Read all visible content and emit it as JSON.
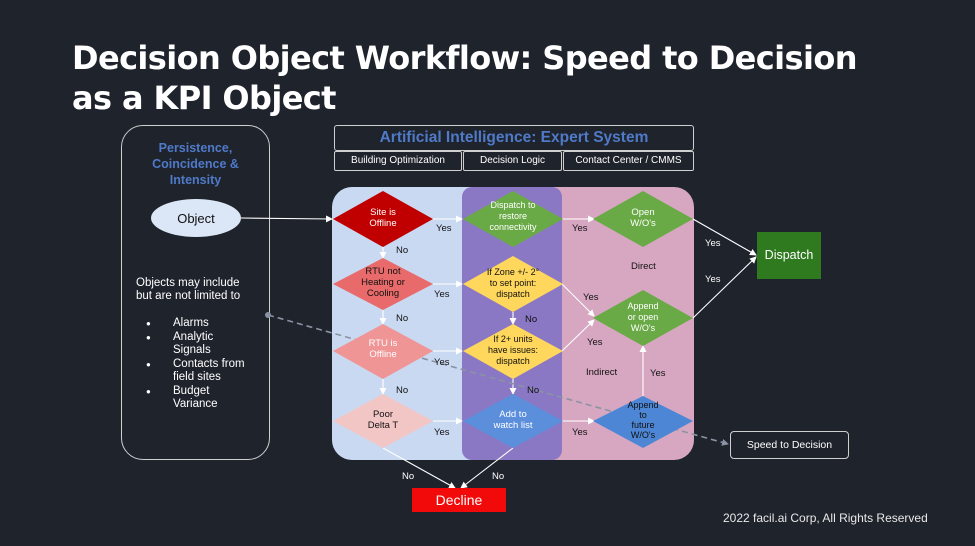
{
  "title": {
    "line1": "Decision Object Workflow: Speed to Decision",
    "line2": "as a KPI Object"
  },
  "left_panel": {
    "heading": [
      "Persistence,",
      "Coincidence &",
      "Intensity"
    ],
    "object_label": "Object",
    "description": [
      "Objects may include",
      "but are not limited to"
    ],
    "bullets": [
      {
        "lines": [
          "Alarms"
        ]
      },
      {
        "lines": [
          "Analytic",
          "Signals"
        ]
      },
      {
        "lines": [
          "Contacts from",
          "field sites"
        ]
      },
      {
        "lines": [
          "Budget",
          "Variance"
        ]
      }
    ]
  },
  "header": {
    "ai_title": "Artificial Intelligence: Expert System",
    "columns": [
      "Building Optimization",
      "Decision Logic",
      "Contact Center / CMMS"
    ]
  },
  "nodes": {
    "site_offline": [
      "Site is",
      "Offline"
    ],
    "rtu_not_heating": [
      "RTU not",
      "Heating or",
      "Cooling"
    ],
    "rtu_offline": [
      "RTU is",
      "Offline"
    ],
    "poor_delta_t": [
      "Poor",
      "Delta T"
    ],
    "dispatch_restore": [
      "Dispatch to",
      "restore",
      "connectivity"
    ],
    "zone_setpoint": [
      "If  Zone +/- 2°",
      "to set point:",
      "dispatch"
    ],
    "two_units": [
      "If 2+ units",
      "have issues:",
      "dispatch"
    ],
    "add_watch": [
      "Add to",
      "watch  list"
    ],
    "open_wo": [
      "Open",
      "W/O's"
    ],
    "append_open_wo": [
      "Append",
      "or  open",
      "W/O's"
    ],
    "append_future_wo": [
      "Append",
      "to",
      "future",
      "W/O's"
    ]
  },
  "edge_labels": {
    "yes": "Yes",
    "no": "No",
    "direct": "Direct",
    "indirect": "Indirect"
  },
  "outcomes": {
    "dispatch": "Dispatch",
    "decline": "Decline",
    "speed_to_decision": "Speed to Decision"
  },
  "colors": {
    "background": "#1f232c",
    "heading_blue": "#4f7ac8",
    "region_blue": "#cad9f2",
    "region_purple": "#8a78c5",
    "region_pink": "#d7a7c1",
    "red": "#c00000",
    "coral": "#e86a6a",
    "salmon": "#ef9595",
    "pink": "#f3c6c6",
    "green": "#6aaa46",
    "yellow": "#ffd75c",
    "blue": "#5b8fdc",
    "dispatch_green": "#2f7a1f",
    "decline_red": "#f20a0a"
  },
  "footer": {
    "copyright": "2022 facil.ai Corp, All Rights Reserved"
  }
}
